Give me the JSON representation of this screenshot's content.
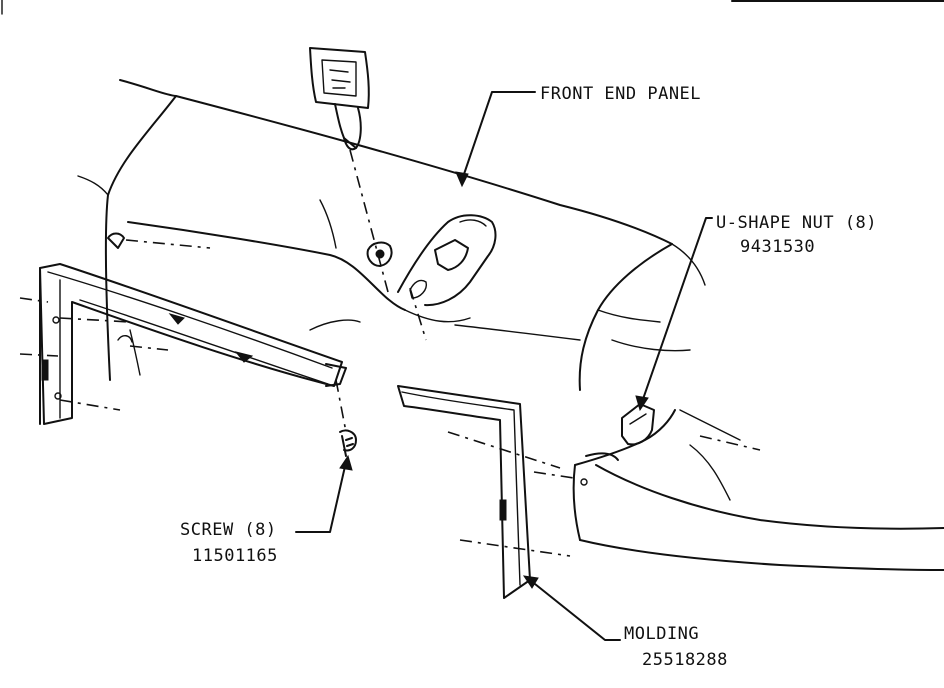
{
  "callouts": {
    "front_end_panel": {
      "name": "FRONT END PANEL"
    },
    "u_shape_nut": {
      "name": "U-SHAPE NUT (8)",
      "part_number": "9431530"
    },
    "screw": {
      "name": "SCREW (8)",
      "part_number": "11501165"
    },
    "molding": {
      "name": "MOLDING",
      "part_number": "25518288"
    }
  }
}
